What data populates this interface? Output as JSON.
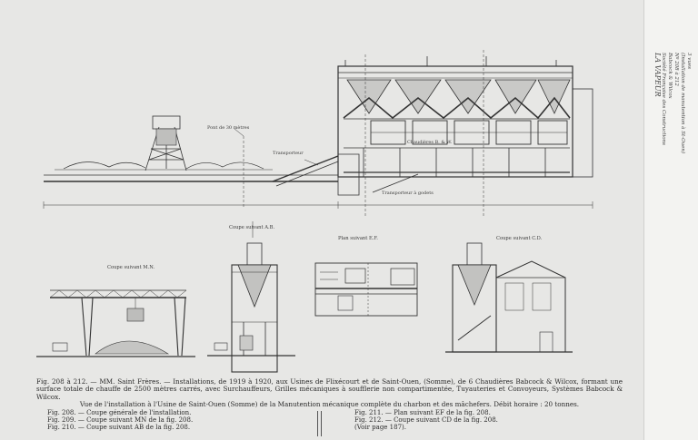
{
  "margin_note": {
    "lines": [
      "LA VAPEUR",
      "Société Française des Constructions",
      "Babcock & Wilcox",
      "Nº 208 à 212",
      "(Installation de manutention à St-Ouen)",
      "3 vues"
    ]
  },
  "views": {
    "main_section": {
      "labels": [
        "Pont de 30 mètres",
        "Transporteur",
        "Transporteur à godets",
        "Chaudières B. & W."
      ]
    },
    "section_mn": {
      "title": "Coupe suivant M.N."
    },
    "section_ab": {
      "title": "Coupe suivant A.B."
    },
    "plan_ef": {
      "title": "Plan suivant E.F."
    },
    "section_cd": {
      "title": "Coupe suivant C.D."
    }
  },
  "caption": {
    "main": "Fig. 208 à 212. — MM. Saint Frères. — Installations, de 1919 à 1920, aux Usines de Flixécourt et de Saint-Ouen, (Somme), de 6 Chaudières Babcock & Wilcox, formant une surface totale de chauffe de 2500 mètres carrés, avec Surchauffeurs, Grilles mécaniques à soufflerie non compartimentée, Tuyauteries et Convoyeurs, Systèmes Babcock & Wilcox.",
    "sub": "Vue de l'installation à l'Usine de Saint-Ouen (Somme) de la Manutention mécanique complète du charbon et des mâchefers. Débit horaire : 20 tonnes.",
    "figures_left": [
      "Fig. 208. — Coupe générale de l'installation.",
      "Fig. 209. — Coupe suivant MN de la fig. 208.",
      "Fig. 210. — Coupe suivant AB de la fig. 208."
    ],
    "figures_right": [
      "Fig. 211. — Plan suivant EF de la fig. 208.",
      "Fig. 212. — Coupe suivant CD de la fig. 208.",
      "(Voir page 187)."
    ]
  }
}
